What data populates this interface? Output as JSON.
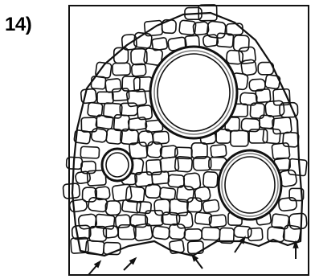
{
  "question_number": "14)",
  "colors": {
    "ink": "#111111",
    "background": "#ffffff",
    "duct_wall": "#7a7a7a"
  },
  "figure": {
    "subject": "parenchyma-cells-with-secretory-ducts",
    "duct_count": 3,
    "arrow_count": 5
  }
}
